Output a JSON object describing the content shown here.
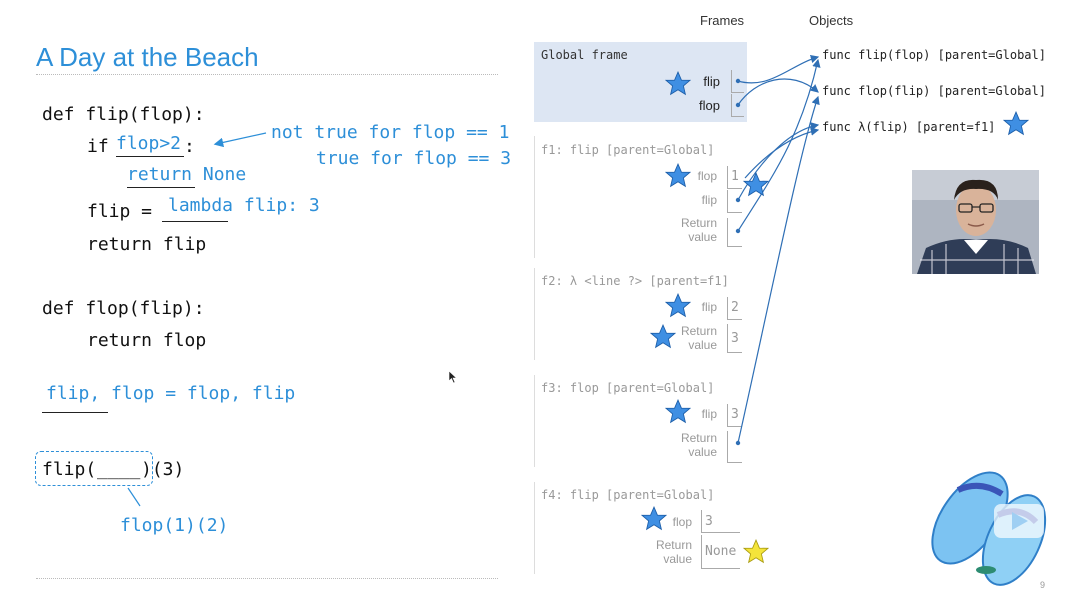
{
  "slide": {
    "title": "A Day at the Beach",
    "page_number": "9"
  },
  "code": {
    "def_flip": "def flip(flop):",
    "if_kw": "if ",
    "cond": "flop>2",
    "colon": ":",
    "ret_none": "return None",
    "flip_assign": "flip = ",
    "lambda_blank": "lambda flip: 3",
    "return_flip": "return flip",
    "def_flop": "def flop(flip):",
    "return_flop": "return flop",
    "swap": "flip, flop = flop, flip",
    "call_pre": "flip(",
    "call_blank": "____",
    "call_post": ")(3)",
    "call_answer": "flop(1)(2)"
  },
  "annotations": {
    "line1": "not true for flop == 1",
    "line2": "true for flop == 3"
  },
  "diagram": {
    "frames_header": "Frames",
    "objects_header": "Objects",
    "global": {
      "label": "Global frame",
      "var1": "flip",
      "var2": "flop"
    },
    "f1": {
      "label": "f1: flip [parent=Global]",
      "var1": "flop",
      "val1": "1",
      "var2": "flip",
      "ret1": "Return",
      "ret2": "value"
    },
    "f2": {
      "label": "f2: λ <line ?> [parent=f1]",
      "var1": "flip",
      "val1": "2",
      "ret1": "Return",
      "ret2": "value",
      "ret_val": "3"
    },
    "f3": {
      "label": "f3: flop [parent=Global]",
      "var1": "flip",
      "val1": "3",
      "ret1": "Return",
      "ret2": "value"
    },
    "f4": {
      "label": "f4: flip [parent=Global]",
      "var1": "flop",
      "val1": "3",
      "ret1": "Return",
      "ret2": "value",
      "ret_val": "None"
    },
    "objects": {
      "o1": "func flip(flop) [parent=Global]",
      "o2": "func flop(flip) [parent=Global]",
      "o3": "func λ(flip) [parent=f1]"
    }
  },
  "colors": {
    "accent": "#2d8fd8",
    "star_blue": "#3f8fe3",
    "star_yellow": "#f4e43a",
    "arrow": "#2f6fb5",
    "global_frame_bg": "#dde6f3"
  }
}
